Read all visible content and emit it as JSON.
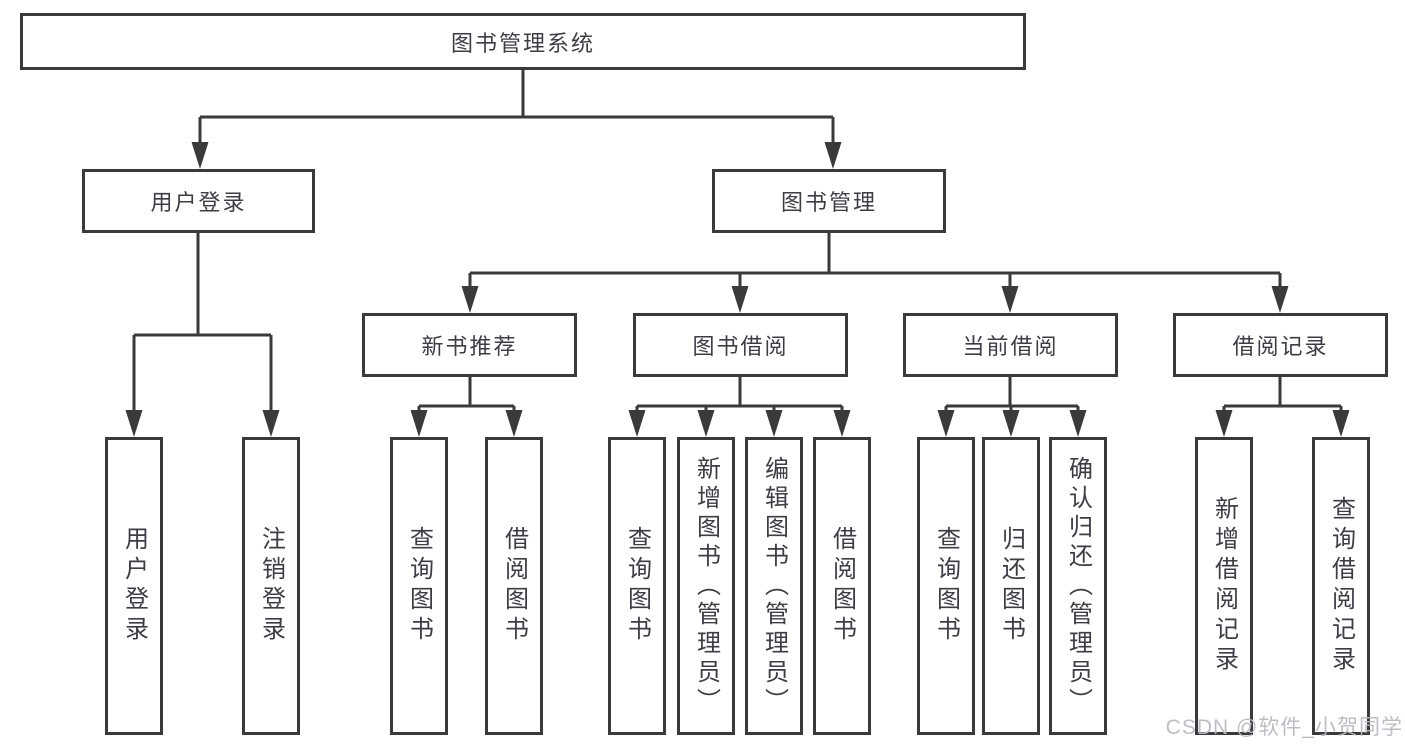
{
  "tree": {
    "label": "图书管理系统",
    "children": [
      {
        "label": "用户登录",
        "children": [
          {
            "label": "用户登录"
          },
          {
            "label": "注销登录"
          }
        ]
      },
      {
        "label": "图书管理",
        "children": [
          {
            "label": "新书推荐",
            "children": [
              {
                "label": "查询图书"
              },
              {
                "label": "借阅图书"
              }
            ]
          },
          {
            "label": "图书借阅",
            "children": [
              {
                "label": "查询图书"
              },
              {
                "label": "新增图书（管理员）"
              },
              {
                "label": "编辑图书（管理员）"
              },
              {
                "label": "借阅图书"
              }
            ]
          },
          {
            "label": "当前借阅",
            "children": [
              {
                "label": "查询图书"
              },
              {
                "label": "归还图书"
              },
              {
                "label": "确认归还（管理员）"
              }
            ]
          },
          {
            "label": "借阅记录",
            "children": [
              {
                "label": "新增借阅记录"
              },
              {
                "label": "查询借阅记录"
              }
            ]
          }
        ]
      }
    ]
  },
  "watermark": {
    "text": "CSDN @软件_小贺同学"
  },
  "colors": {
    "line": "#3a3a3a",
    "box_border": "#3a3a3a",
    "text": "#3d3d46",
    "background": "#ffffff",
    "watermark": "#b7bbc2"
  }
}
